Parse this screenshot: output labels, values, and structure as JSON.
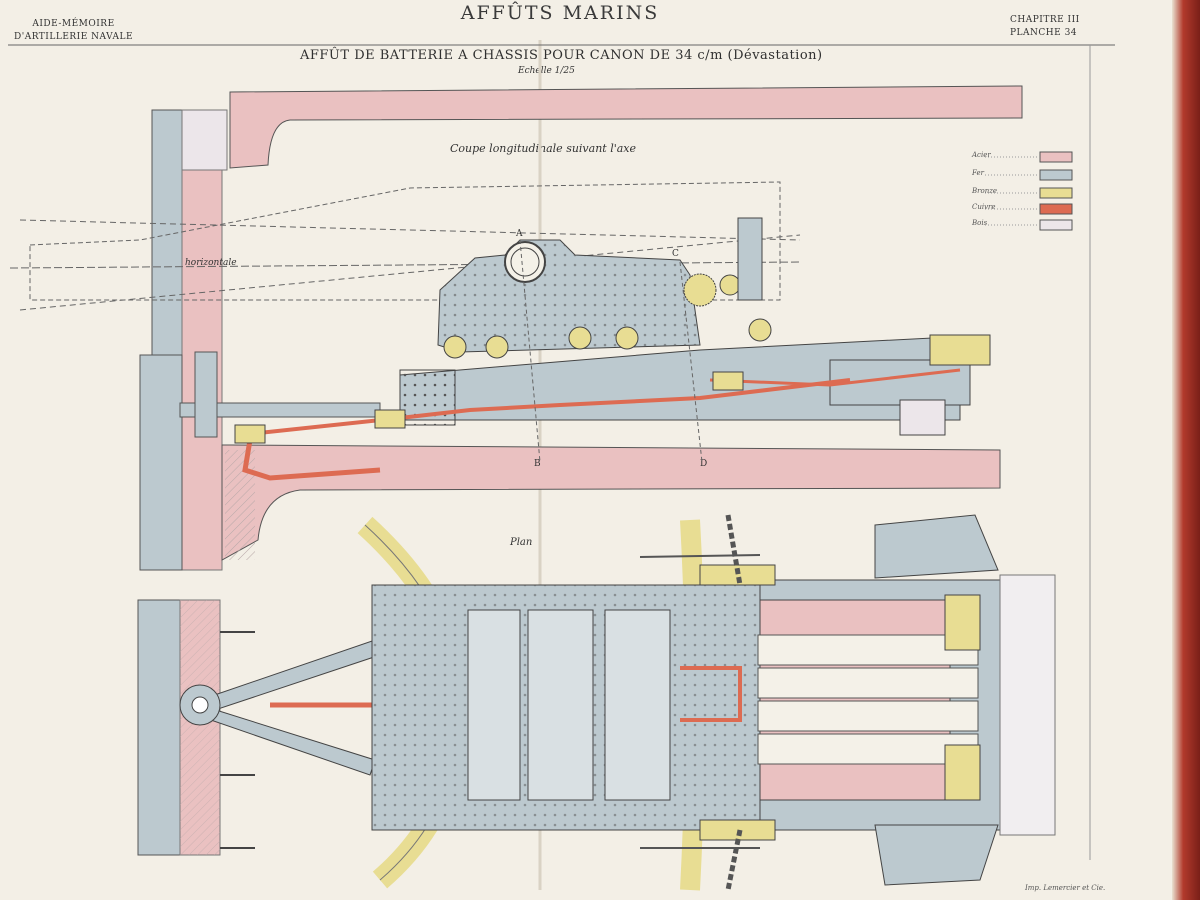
{
  "header": {
    "title": "AFFÛTS MARINS",
    "left_line1": "AIDE-MÉMOIRE",
    "left_line2": "D'ARTILLERIE NAVALE",
    "right_line1": "CHAPITRE III",
    "right_line2": "PLANCHE 34",
    "subtitle": "AFFÛT DE BATTERIE A CHASSIS POUR CANON DE 34 c/m (Dévastation)",
    "scale": "Echelle 1/25"
  },
  "views": {
    "section_title": "Coupe longitudinale suivant l'axe",
    "plan_title": "Plan",
    "horizontale_label": "horizontale"
  },
  "legend": [
    {
      "label": "Acier",
      "color": "#eac1c1"
    },
    {
      "label": "Fer",
      "color": "#bcc9cf"
    },
    {
      "label": "Bronze",
      "color": "#e8dd93"
    },
    {
      "label": "Cuivre",
      "color": "#dd6b52"
    },
    {
      "label": "Bois",
      "color": "#ece6ea"
    }
  ],
  "footer": {
    "printer": "Imp. Lemercier et Cie."
  },
  "colors": {
    "paper": "#f3efe6",
    "steel": "#eac1c1",
    "iron": "#bcc9cf",
    "bronze": "#e8dd93",
    "copper": "#dd6b52",
    "ink": "#333333"
  }
}
